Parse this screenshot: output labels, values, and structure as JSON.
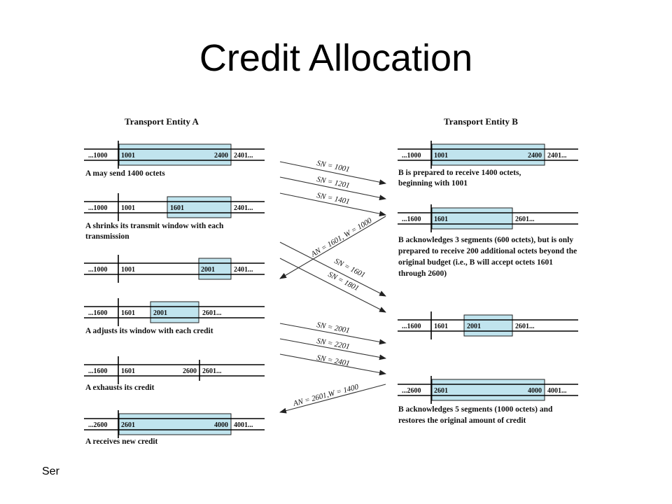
{
  "title": "Credit Allocation",
  "footer": "Ser",
  "colors": {
    "window_fill": "#c0e4ee",
    "line": "#000000"
  },
  "headers": {
    "a": "Transport Entity A",
    "b": "Transport Entity B"
  },
  "a_rows": [
    {
      "labels": [
        "...1000",
        "1001",
        "2400",
        "2401..."
      ],
      "caption": [
        "A may send 1400 octets"
      ]
    },
    {
      "labels": [
        "...1000",
        "1001",
        "1601",
        "2401..."
      ],
      "caption": [
        "A shrinks its transmit window with each",
        "transmission"
      ]
    },
    {
      "labels": [
        "...1000",
        "1001",
        "2001",
        "2401..."
      ],
      "caption": []
    },
    {
      "labels": [
        "...1600",
        "1601",
        "2001",
        "2601..."
      ],
      "caption": [
        "A adjusts its window with each credit"
      ]
    },
    {
      "labels": [
        "...1600",
        "1601",
        "2600",
        "2601..."
      ],
      "caption": [
        "A exhausts its credit"
      ]
    },
    {
      "labels": [
        "...2600",
        "2601",
        "4000",
        "4001..."
      ],
      "caption": [
        "A receives new credit"
      ]
    }
  ],
  "b_rows": [
    {
      "labels": [
        "...1000",
        "1001",
        "2400",
        "2401..."
      ],
      "caption": [
        "B is prepared to receive 1400 octets,",
        "beginning with 1001"
      ]
    },
    {
      "labels": [
        "...1600",
        "1601",
        "2601..."
      ],
      "caption": [
        "B acknowledges 3 segments (600 octets), but is only",
        "prepared to receive 200 additional octets beyond the",
        "original budget (i.e., B will accept octets 1601",
        "through 2600)"
      ]
    },
    {
      "labels": [
        "...1600",
        "1601",
        "2001",
        "2601..."
      ],
      "caption": []
    },
    {
      "labels": [
        "...2600",
        "2601",
        "4000",
        "4001..."
      ],
      "caption": [
        "B acknowledges 5 segments (1000 octets) and",
        "restores the original amount of credit"
      ]
    }
  ],
  "messages": [
    "SN = 1001",
    "SN = 1201",
    "SN = 1401",
    "AN = 1601, W = 1000",
    "SN = 1601",
    "SN = 1801",
    "SN = 2001",
    "SN = 2201",
    "SN = 2401",
    "AN = 2601,W = 1400"
  ]
}
